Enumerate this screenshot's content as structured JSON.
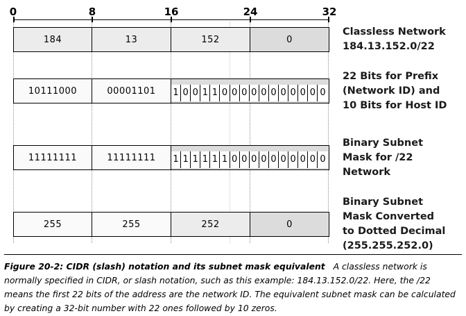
{
  "ruler": {
    "ticks": [
      "0",
      "8",
      "16",
      "24",
      "32"
    ]
  },
  "rows": [
    {
      "id": "classless-network",
      "octets": [
        "184",
        "13",
        "152",
        "0"
      ],
      "label": "Classless Network\n184.13.152.0/22"
    },
    {
      "id": "prefix-bits",
      "octets": [
        "10111000",
        "00001101"
      ],
      "bits": [
        "1",
        "0",
        "0",
        "1",
        "1",
        "0",
        "0",
        "0",
        "0",
        "0",
        "0",
        "0",
        "0",
        "0",
        "0",
        "0"
      ],
      "label": "22 Bits for Prefix\n(Network ID) and\n10 Bits for Host ID"
    },
    {
      "id": "binary-mask",
      "octets": [
        "11111111",
        "11111111"
      ],
      "bits": [
        "1",
        "1",
        "1",
        "1",
        "1",
        "1",
        "0",
        "0",
        "0",
        "0",
        "0",
        "0",
        "0",
        "0",
        "0",
        "0"
      ],
      "label": "Binary Subnet\nMask for /22\nNetwork"
    },
    {
      "id": "dotted-mask",
      "octets": [
        "255",
        "255",
        "252",
        "0"
      ],
      "label": "Binary Subnet\nMask Converted\nto Dotted Decimal\n(255.255.252.0)"
    }
  ],
  "caption": {
    "title": "Figure 20-2: CIDR (slash) notation and its subnet mask equivalent",
    "text": "A classless network is normally specified in CIDR, or slash notation, such as this example: 184.13.152.0/22. Here, the /22 means the first 22 bits of the address are the network ID. The equivalent subnet mask can be calculated by creating a 32-bit number with 22 ones followed by 10 zeros."
  }
}
